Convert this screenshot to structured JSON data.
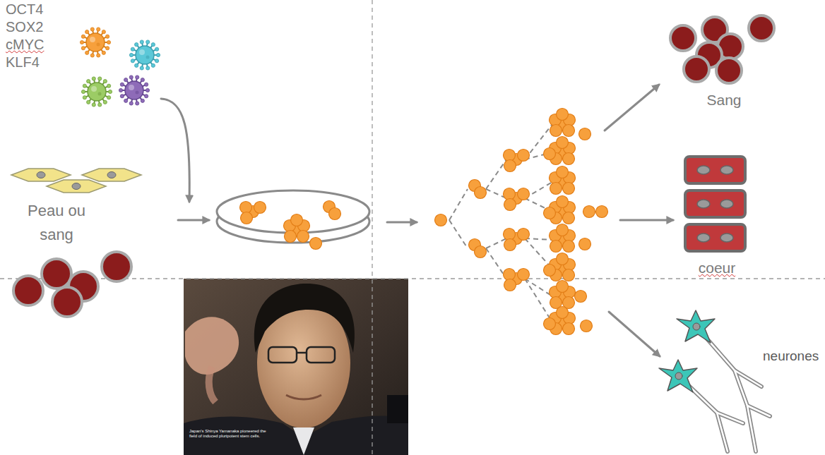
{
  "diagram": {
    "labels": [
      "OCT4",
      "SOX2",
      "cMYC",
      "KLF4",
      "Peau ou sang",
      "Sang",
      "coeur",
      "neurones",
      "Japan's Shinya Yamanaka pioneered the field of induced pluripotent stem cells."
    ]
  }
}
